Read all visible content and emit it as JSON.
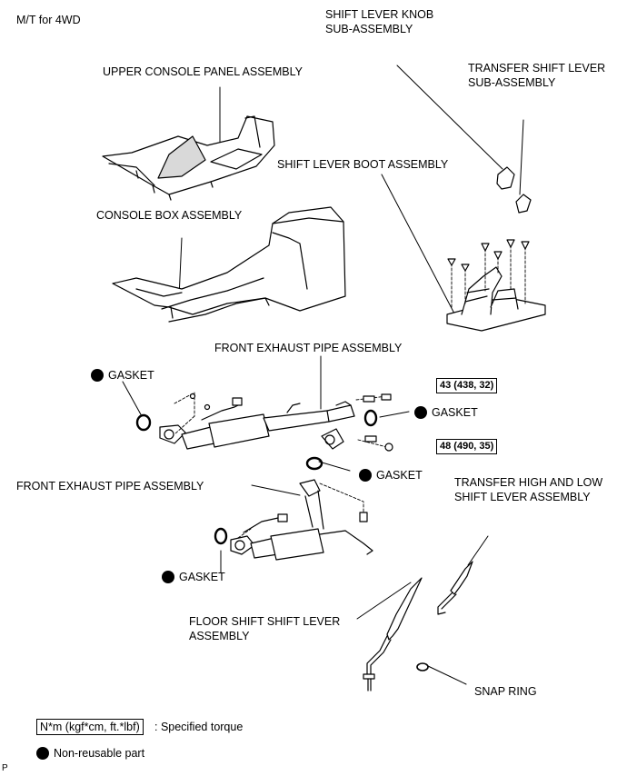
{
  "header": {
    "variant": "M/T for 4WD"
  },
  "labels": {
    "shift_knob": [
      "SHIFT LEVER KNOB",
      "SUB-ASSEMBLY"
    ],
    "transfer_shift_lever": [
      "TRANSFER SHIFT LEVER",
      "SUB-ASSEMBLY"
    ],
    "upper_console": "UPPER CONSOLE PANEL ASSEMBLY",
    "shift_boot": "SHIFT LEVER BOOT ASSEMBLY",
    "console_box": "CONSOLE BOX ASSEMBLY",
    "front_exhaust_upper": "FRONT EXHAUST PIPE ASSEMBLY",
    "gasket_left_upper": "GASKET",
    "gasket_right_upper": "GASKET",
    "gasket_middle": "GASKET",
    "front_exhaust_lower": "FRONT EXHAUST PIPE ASSEMBLY",
    "gasket_left_lower": "GASKET",
    "transfer_hi_lo": [
      "TRANSFER HIGH AND LOW",
      "SHIFT LEVER ASSEMBLY"
    ],
    "floor_shift": [
      "FLOOR SHIFT SHIFT LEVER",
      "ASSEMBLY"
    ],
    "snap_ring": "SNAP RING"
  },
  "torques": {
    "upper": "43 (438, 32)",
    "lower": "48 (490, 35)"
  },
  "legend": {
    "torque_unit": "N*m (kgf*cm, ft.*lbf)",
    "torque_desc": ": Specified torque",
    "non_reusable": "Non-reusable part"
  },
  "footer": {
    "code": "P"
  },
  "colors": {
    "ink": "#000000",
    "paper": "#ffffff",
    "shade": "#d9d9d9"
  }
}
